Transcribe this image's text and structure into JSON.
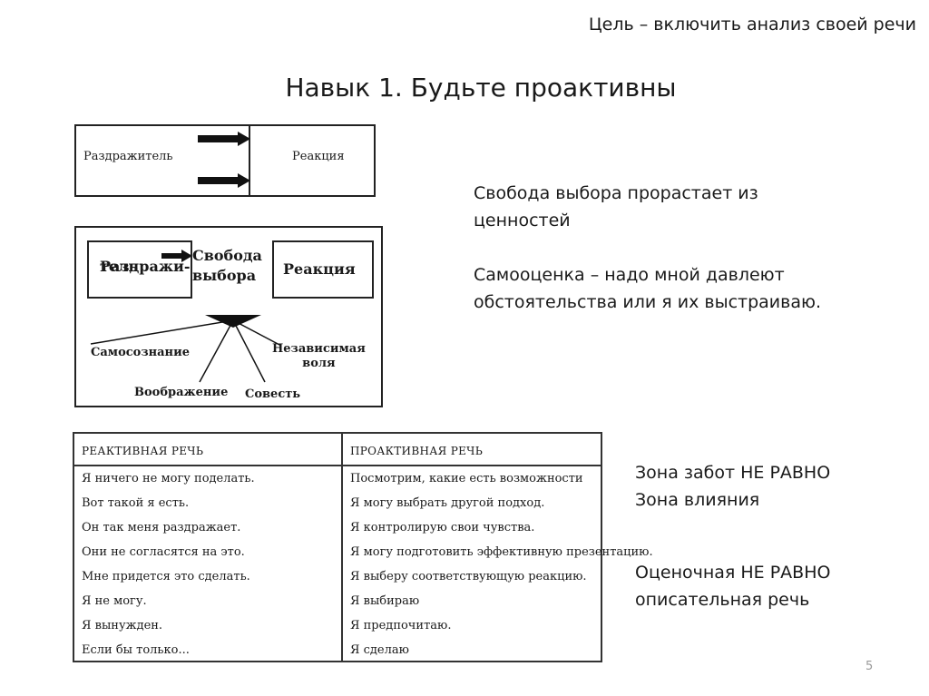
{
  "goal_text": "Цель – включить анализ своей речи",
  "title": "Навык 1. Будьте проактивны",
  "diagram1": {
    "stimulus": "Раздражитель",
    "reaction": "Реакция"
  },
  "diagram2": {
    "stimulus_line1": "Раздражи-",
    "stimulus_line2": "тель",
    "freedom_line1": "Свобода",
    "freedom_line2": "выбора",
    "reaction": "Реакция",
    "self_awareness": "Самосознание",
    "independent_will_line1": "Независимая",
    "independent_will_line2": "воля",
    "imagination": "Воображение",
    "conscience": "Совесть"
  },
  "notes": {
    "freedom_line1": "Свобода выбора прорастает из",
    "freedom_line2": "ценностей",
    "selfesteem_line1": "Самооценка –  надо мной давлеют",
    "selfesteem_line2": "обстоятельства или я их выстраиваю.",
    "zone_line1": "Зона забот НЕ РАВНО",
    "zone_line2": "Зона влияния",
    "eval_line1": "Оценочная НЕ РАВНО",
    "eval_line2": "описательная речь"
  },
  "table": {
    "headers": [
      "РЕАКТИВНАЯ РЕЧЬ",
      "ПРОАКТИВНАЯ РЕЧЬ"
    ],
    "rows": [
      [
        "Я ничего не могу поделать.",
        "Посмотрим, какие есть возможности"
      ],
      [
        "Вот такой я есть.",
        "Я могу выбрать другой подход."
      ],
      [
        "Он так меня раздражает.",
        "Я контролирую свои чувства."
      ],
      [
        "Они не согласятся на это.",
        "Я могу подготовить эффективную презентацию."
      ],
      [
        "Мне придется это сделать.",
        "Я выберу соответствующую реакцию."
      ],
      [
        "Я не могу.",
        "Я выбираю"
      ],
      [
        "Я вынужден.",
        "Я предпочитаю."
      ],
      [
        "Если бы только...",
        "Я сделаю"
      ]
    ]
  },
  "page_number": "5"
}
